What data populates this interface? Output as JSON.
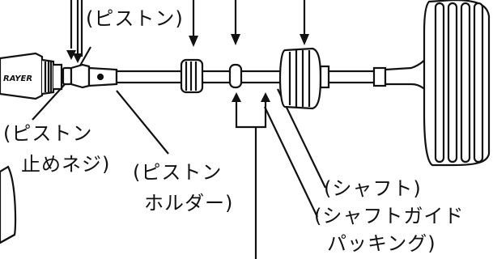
{
  "colors": {
    "ink": "#111111",
    "paper": "#ffffff"
  },
  "labels": {
    "piston": "(ピストン)",
    "piston_stop_screw": [
      "(ピストン",
      "止めネジ)"
    ],
    "piston_holder": [
      "(ピストン",
      "ホルダー)"
    ],
    "shaft": "(シャフト)",
    "shaft_guide_packing": [
      "(シャフトガイド",
      "パッキング)"
    ],
    "brand_fragment": "RAYER"
  }
}
